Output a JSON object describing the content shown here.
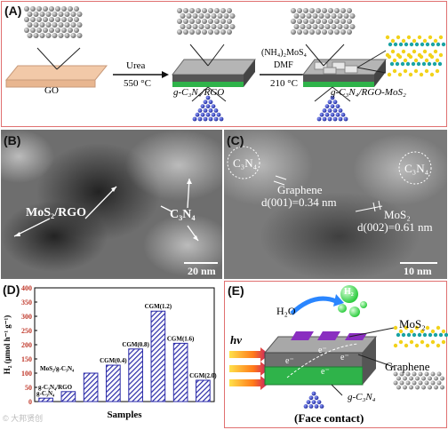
{
  "panel_a": {
    "label": "(A)",
    "go_label": "GO",
    "step1_top": "Urea",
    "step1_bottom": "550 °C",
    "mid_label": "g-C₃N₄/RGO",
    "step2_top1": "(NH₄)₂MoS₄",
    "step2_top2": "DMF",
    "step2_bottom": "210 °C",
    "final_label": "g-C₃N₄/RGO-MoS₂"
  },
  "panel_b": {
    "label": "(B)",
    "mos2_label": "MoS₂/RGO",
    "c3n4_label": "C₃N₄",
    "scale": "20 nm"
  },
  "panel_c": {
    "label": "(C)",
    "c3n4_left": "C₃N₄",
    "c3n4_right": "C₃N₄",
    "graphene_label": "Graphene",
    "graphene_d": "d(001)=0.34 nm",
    "mos2_label": "MoS₂",
    "mos2_d": "d(002)=0.61 nm",
    "scale": "10 nm"
  },
  "panel_d": {
    "label": "(D)",
    "watermark": "© 大邦贤创"
  },
  "panel_e": {
    "label": "(E)",
    "h2o": "H₂O",
    "h2": "H₂",
    "hv": "hv",
    "mos2": "MoS₂",
    "graphene": "Graphene",
    "c3n4": "g-C₃N₄",
    "face": "(Face contact)",
    "electron": "e⁻"
  },
  "chart_data": {
    "type": "bar",
    "categories": [
      "g-C₃N₄",
      "g-C₃N₄/RGO",
      "MoS₂/g-C₃N₄",
      "CGM(0.4)",
      "CGM(0.8)",
      "CGM(1.2)",
      "CGM(1.6)",
      "CGM(2.0)"
    ],
    "values": [
      12,
      35,
      100,
      128,
      185,
      318,
      205,
      75
    ],
    "xlabel": "Samples",
    "ylabel": "H₂ (μmol h⁻¹ g⁻¹)",
    "ylim": [
      0,
      400
    ],
    "yticks": [
      "0",
      "50",
      "100",
      "150",
      "200",
      "250",
      "300",
      "350",
      "400"
    ],
    "bar_color": "#2a2aa8"
  }
}
